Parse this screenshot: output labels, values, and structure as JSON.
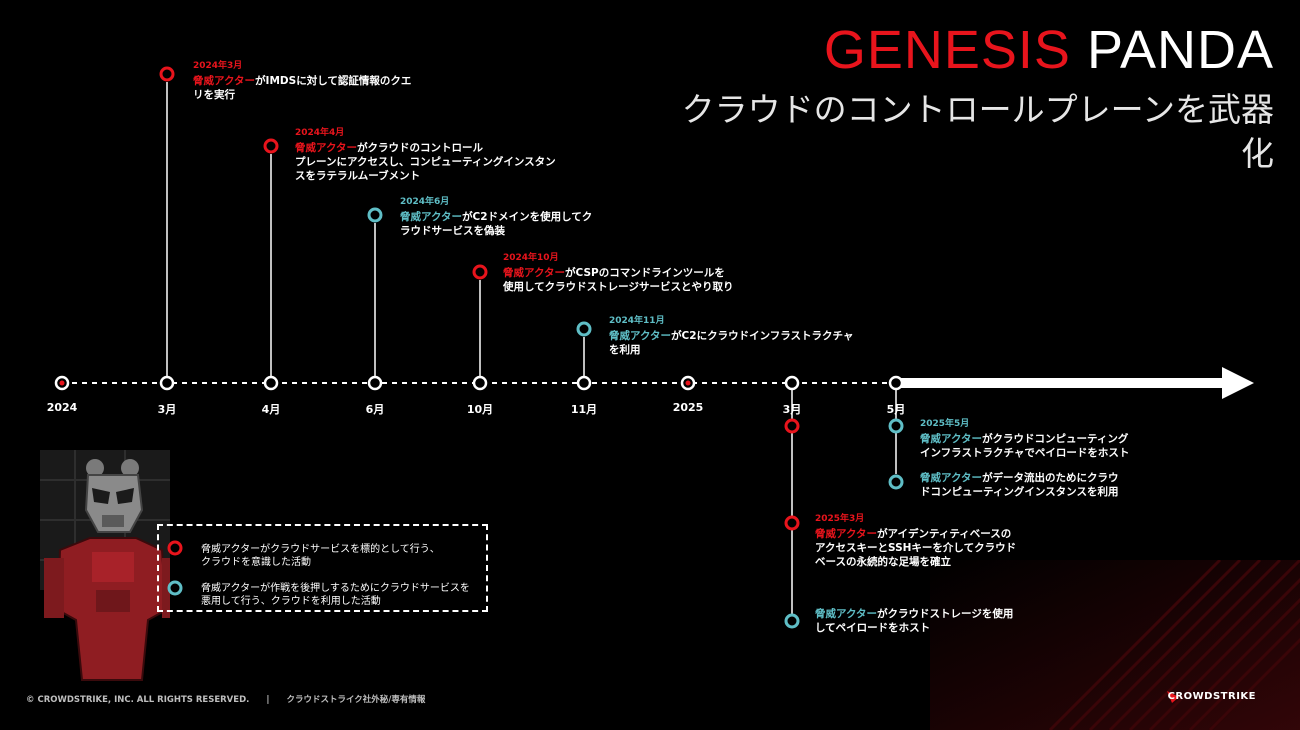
{
  "title": {
    "red": "GENESIS",
    "white": "PANDA"
  },
  "subtitle": "クラウドのコントロールプレーンを武器化",
  "colors": {
    "red": "#e8141c",
    "teal": "#5fbec6",
    "white": "#ffffff",
    "bg": "#000000"
  },
  "axis_labels": [
    "2024",
    "3月",
    "4月",
    "6月",
    "10月",
    "11月",
    "2025",
    "3月",
    "5月"
  ],
  "events_above": [
    {
      "date": "2024年3月",
      "kind": "red",
      "actor": "脅威アクター",
      "text_l1": "がIMDSに対して認証情報のクエ",
      "text_l2": "リを実行",
      "text_l3": ""
    },
    {
      "date": "2024年4月",
      "kind": "red",
      "actor": "脅威アクター",
      "text_l1": "がクラウドのコントロール",
      "text_l2": "プレーンにアクセスし、コンピューティングインスタン",
      "text_l3": "スをラテラルムーブメント"
    },
    {
      "date": "2024年6月",
      "kind": "teal",
      "actor": "脅威アクター",
      "text_l1": "がC2ドメインを使用してク",
      "text_l2": "ラウドサービスを偽装",
      "text_l3": ""
    },
    {
      "date": "2024年10月",
      "kind": "red",
      "actor": "脅威アクター",
      "text_l1": "がCSPのコマンドラインツールを",
      "text_l2": "使用してクラウドストレージサービスとやり取り",
      "text_l3": ""
    },
    {
      "date": "2024年11月",
      "kind": "teal",
      "actor": "脅威アクター",
      "text_l1": "がC2にクラウドインフラストラクチャ",
      "text_l2": "を利用",
      "text_l3": ""
    }
  ],
  "events_below": [
    {
      "date": "2025年5月",
      "kind": "teal",
      "actor": "脅威アクター",
      "text_l1": "がクラウドコンピューティング",
      "text_l2": "インフラストラクチャでペイロードをホスト",
      "text_l3": ""
    },
    {
      "date": "",
      "kind": "teal",
      "actor": "脅威アクター",
      "text_l1": "がデータ流出のためにクラウ",
      "text_l2": "ドコンピューティングインスタンスを利用",
      "text_l3": ""
    },
    {
      "date": "2025年3月",
      "kind": "red",
      "actor": "脅威アクター",
      "text_l1": "がアイデンティティベースの",
      "text_l2": "アクセスキーとSSHキーを介してクラウド",
      "text_l3": "ベースの永続的な足場を確立"
    },
    {
      "date": "",
      "kind": "teal",
      "actor": "脅威アクター",
      "text_l1": "がクラウドストレージを使用",
      "text_l2": "してペイロードをホスト",
      "text_l3": ""
    }
  ],
  "legend": {
    "red_l1": "脅威アクターがクラウドサービスを標的として行う、",
    "red_l2": "クラウドを意識した活動",
    "teal_l1": "脅威アクターが作戦を後押しするためにクラウドサービスを",
    "teal_l2": "悪用して行う、クラウドを利用した活動"
  },
  "footer": "© CROWDSTRIKE, INC. ALL RIGHTS RESERVED.　　|　　クラウドストライク社外秘/専有情報",
  "brand": "CROWDSTRIKE"
}
